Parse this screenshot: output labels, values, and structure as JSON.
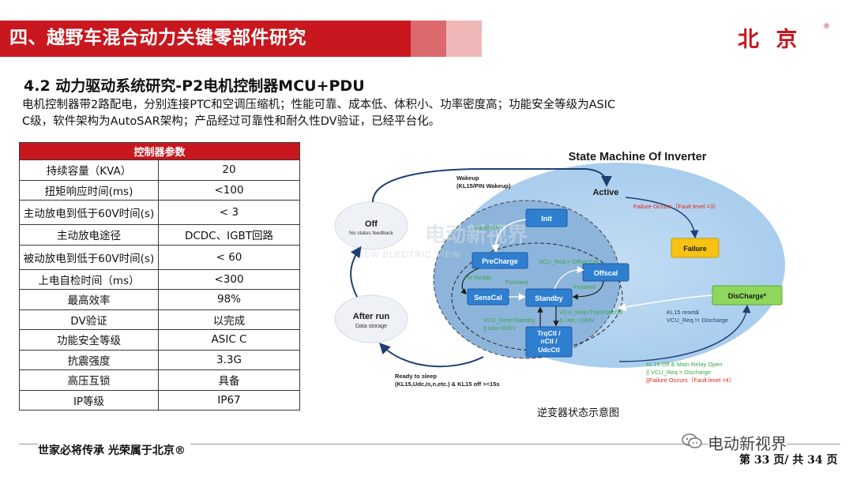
{
  "header": {
    "title": "四、越野车混合动力关键零部件研究",
    "logo": "北 京",
    "logo_mark": "®"
  },
  "section": {
    "subtitle": "4.2 动力驱动系统研究-P2电机控制器MCU+PDU",
    "description": "电机控制器带2路配电，分别连接PTC和空调压缩机；性能可靠、成本低、体积小、功率密度高；功能安全等级为ASIC C级，软件架构为AutoSAR架构；产品经过可靠性和耐久性DV验证，已经平台化。"
  },
  "params_table": {
    "header": "控制器参数",
    "rows": [
      {
        "name": "持续容量（KVA）",
        "value": "20"
      },
      {
        "name": "扭矩响应时间(ms)",
        "value": "<100"
      },
      {
        "name": "主动放电到低于60V时间(s)",
        "value": "< 3"
      },
      {
        "name": "主动放电途径",
        "value": "DCDC、IGBT回路"
      },
      {
        "name": "被动放电到低于60V时间(s)",
        "value": "< 60"
      },
      {
        "name": "上电自检时间（ms）",
        "value": "<300"
      },
      {
        "name": "最高效率",
        "value": "98%"
      },
      {
        "name": "DV验证",
        "value": "以完成"
      },
      {
        "name": "功能安全等级",
        "value": "ASIC C"
      },
      {
        "name": "抗震强度",
        "value": "3.3G"
      },
      {
        "name": "高压互锁",
        "value": "具备"
      },
      {
        "name": "IP等级",
        "value": "IP67"
      }
    ]
  },
  "diagram": {
    "title": "State Machine Of Inverter",
    "caption": "逆变器状态示意图",
    "watermark_cn": "电动新视界",
    "watermark_en": "NEW ELECTRIC VIEW",
    "states": {
      "off": "Off",
      "off_sub": "No status feedback",
      "active": "Active",
      "init": "Init",
      "failure": "Failure",
      "precharge": "PreCharge",
      "offscal": "Offscal",
      "senscal": "SensCal",
      "standby": "Standby",
      "trqctl_1": "TrqCtl /",
      "trqctl_2": "nCtl /",
      "trqctl_3": "UdcCtl",
      "discharge": "DisCharge*",
      "afterrun": "After run",
      "afterrun_sub": "Data storage"
    },
    "transitions": {
      "wakeup_1": "Wakeup",
      "wakeup_2": "(KL15/PIN Wakeup)",
      "failure_occurs": "Failure Occurs（Fault level =3）",
      "init_finish": "Init. finish",
      "vcu_offset": "VCU_Req = Offset Cal",
      "hv_ready": "HV Ready",
      "finished_1": "Finished",
      "finished_2": "Finished",
      "vcu_standby_1": "VCU_Req=Standby",
      "vcu_standby_2": "|| Udc<230V",
      "vcu_trq_1": "VCU_Req=Trq/n/UdcCtl",
      "vcu_trq_2": "& Udc >240V",
      "kl15_reset_1": "KL15 reset&",
      "kl15_reset_2": "VCU_Req != Discharge",
      "kl15_off_1": "KL15 Off & Main Relay Open",
      "kl15_off_2": "|| VCU_Req = Discharge",
      "kl15_off_3": "||Failure Occurs（Fault level =4）",
      "ready_sleep_1": "Ready to sleep",
      "ready_sleep_2": "(KL15,Udc,Is,n,etc.) & KL15 off >=15s"
    }
  },
  "footer": {
    "slogan": "世家必将传承  光荣属于北京®",
    "wechat_name": "电动新视界",
    "page": "第 33 页/ 共 34 页"
  },
  "colors": {
    "brand_red": "#c8171e",
    "state_blue": "#2f7fd0",
    "failure_yellow": "#f7c213",
    "discharge_green": "#8ed65c",
    "green_text": "#3aa845"
  }
}
